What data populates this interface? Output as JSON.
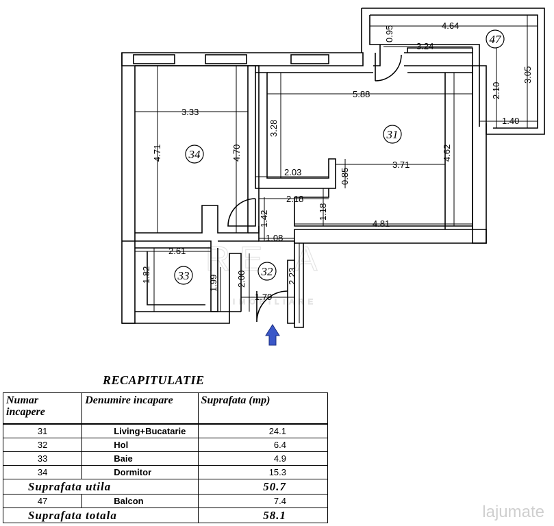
{
  "plan": {
    "dimensions": {
      "d_464": "4.64",
      "d_095": "0.95",
      "d_324": "3.24",
      "d_305": "3.05",
      "d_210": "2.10",
      "d_140": "1.40",
      "d_333": "3.33",
      "d_471": "4.71",
      "d_470": "4.70",
      "d_588": "5.88",
      "d_328": "3.28",
      "d_462": "4.62",
      "d_203": "2.03",
      "d_085": "0.85",
      "d_371": "3.71",
      "d_218": "2.18",
      "d_142": "1.42",
      "d_118": "1.18",
      "d_481": "4.81",
      "d_108": "1.08",
      "d_261": "2.61",
      "d_182": "1.82",
      "d_199": "1.99",
      "d_200": "2.00",
      "d_223": "2.23",
      "d_179": "1.79"
    },
    "room_labels": {
      "r31": "31",
      "r32": "32",
      "r33": "33",
      "r34": "34",
      "r47": "47"
    },
    "entrance_color": "#3a57c8"
  },
  "recap": {
    "title": "RECAPITULATIE",
    "headers": {
      "numar": "Numar incapere",
      "denumire": "Denumire incapare",
      "suprafata": "Suprafata (mp)"
    },
    "rows": [
      {
        "num": "31",
        "name": "Living+Bucatarie",
        "area": "24.1"
      },
      {
        "num": "32",
        "name": "Hol",
        "area": "6.4"
      },
      {
        "num": "33",
        "name": "Baie",
        "area": "4.9"
      },
      {
        "num": "34",
        "name": "Dormitor",
        "area": "15.3"
      }
    ],
    "utila": {
      "label": "Suprafata  utila",
      "value": "50.7"
    },
    "balcon": {
      "num": "47",
      "name": "Balcon",
      "area": "7.4"
    },
    "totala": {
      "label": "Suprafata  totala",
      "value": "58.1"
    }
  },
  "watermark": {
    "text": "lajumate"
  }
}
